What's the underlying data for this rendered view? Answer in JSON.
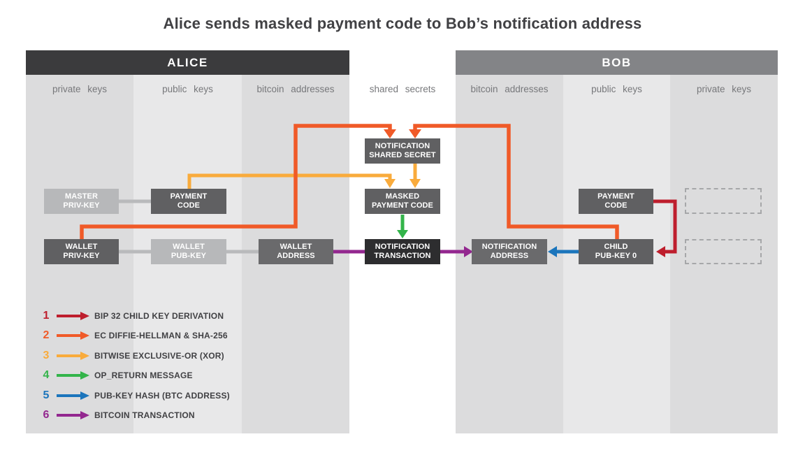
{
  "title": "Alice sends masked payment code to Bob’s notification address",
  "colors": {
    "red": "#be1e2d",
    "orange": "#f05a28",
    "yellow": "#f9ab3c",
    "green": "#33b44a",
    "blue": "#1b75bc",
    "purple": "#93278f",
    "connector_gray": "#b9babc",
    "alice_header_bg": "#3b3b3d",
    "bob_header_bg": "#838487",
    "column_dark": "#dcdcdd",
    "column_light": "#e8e8e9",
    "shared_column": "#ffffff"
  },
  "panels": {
    "alice": {
      "header": "ALICE",
      "columns": [
        "private  keys",
        "public  keys",
        "bitcoin  addresses"
      ]
    },
    "shared": {
      "label": "shared  secrets"
    },
    "bob": {
      "header": "BOB",
      "columns": [
        "bitcoin  addresses",
        "public  keys",
        "private  keys"
      ]
    }
  },
  "boxes": {
    "master_priv_key": "MASTER\nPRIV-KEY",
    "payment_code_alice": "PAYMENT\nCODE",
    "wallet_priv_key": "WALLET\nPRIV-KEY",
    "wallet_pub_key": "WALLET\nPUB-KEY",
    "wallet_address": "WALLET\nADDRESS",
    "notification_shared_secret": "NOTIFICATION\nSHARED SECRET",
    "masked_payment_code": "MASKED\nPAYMENT CODE",
    "notification_transaction": "NOTIFICATION\nTRANSACTION",
    "notification_address": "NOTIFICATION\nADDRESS",
    "child_pub_key_0": "CHILD\nPUB-KEY 0",
    "payment_code_bob": "PAYMENT\nCODE"
  },
  "legend": {
    "items": [
      {
        "num": "1",
        "label": "BIP 32 CHILD KEY DERIVATION",
        "color": "#be1e2d"
      },
      {
        "num": "2",
        "label": "EC DIFFIE-HELLMAN & SHA-256",
        "color": "#f05a28"
      },
      {
        "num": "3",
        "label": "BITWISE EXCLUSIVE-OR (XOR)",
        "color": "#f9ab3c"
      },
      {
        "num": "4",
        "label": "OP_RETURN MESSAGE",
        "color": "#33b44a"
      },
      {
        "num": "5",
        "label": "PUB-KEY HASH (BTC ADDRESS)",
        "color": "#1b75bc"
      },
      {
        "num": "6",
        "label": "BITCOIN TRANSACTION",
        "color": "#93278f"
      }
    ]
  }
}
